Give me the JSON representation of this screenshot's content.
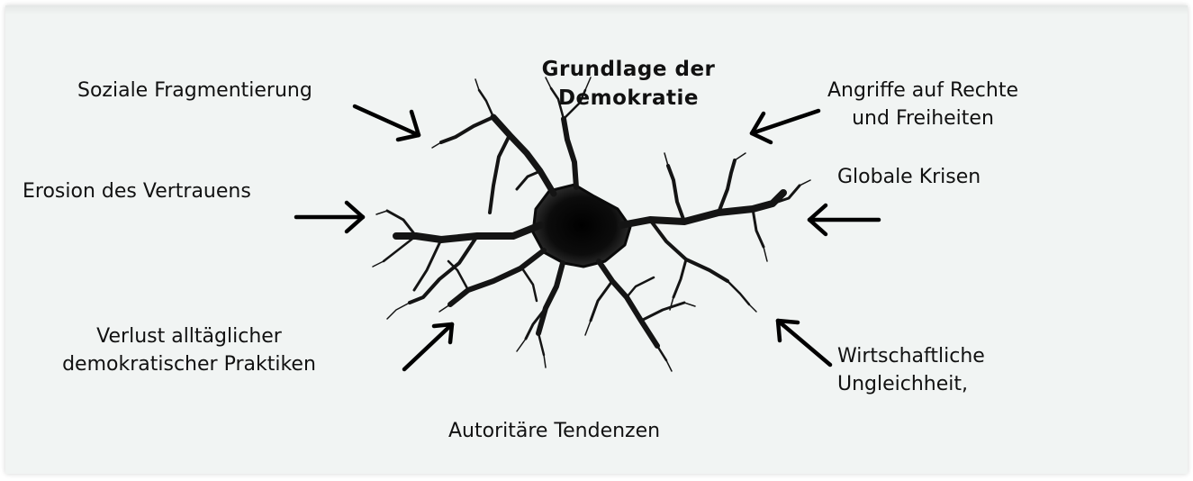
{
  "core": {
    "line1": "Grundlage der",
    "line2": "Demokratie"
  },
  "threats": {
    "social_fragmentation": "Soziale Fragmentierung",
    "erosion_of_trust": "Erosion des Vertrauens",
    "loss_of_practices_line1": "Verlust alltäglicher",
    "loss_of_practices_line2": "demokratischer Praktiken",
    "authoritarian_tendencies": "Autoritäre Tendenzen",
    "economic_inequality_line1": "Wirtschaftliche",
    "economic_inequality_line2": "Ungleichheit,",
    "global_crises": "Globale Krisen",
    "attacks_on_rights_line1": "Angriffe auf Rechte",
    "attacks_on_rights_line2": "und Freiheiten"
  },
  "colors": {
    "background": "#f1f4f3",
    "text": "#111111",
    "crack": "#121212",
    "arrow": "#000000"
  }
}
